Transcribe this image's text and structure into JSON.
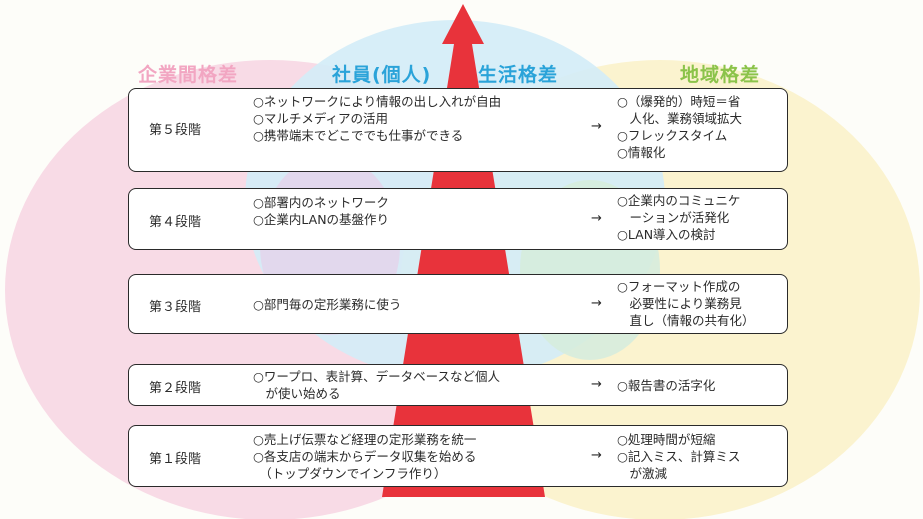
{
  "headers": {
    "kigyo": "企業間格差",
    "shain": "社員(個人)",
    "seikatsu": "生活格差",
    "chiiki": "地域格差"
  },
  "stages": [
    {
      "label": "第５段階",
      "left": [
        "○ネットワークにより情報の出し入れが自由",
        "○マルチメディアの活用",
        "○携帯端末でどこででも仕事ができる"
      ],
      "arrow": "→",
      "right": [
        "○（爆発的）時短＝省",
        "　人化、業務領域拡大",
        "○フレックスタイム",
        "○情報化"
      ]
    },
    {
      "label": "第４段階",
      "left": [
        "○部署内のネットワーク",
        "○企業内LANの基盤作り"
      ],
      "arrow": "→",
      "right": [
        "○企業内のコミュニケ",
        "　ーションが活発化",
        "○LAN導入の検討"
      ]
    },
    {
      "label": "第３段階",
      "left": [
        "○部門毎の定形業務に使う"
      ],
      "arrow": "→",
      "right": [
        "○フォーマット作成の",
        "　必要性により業務見",
        "　直し（情報の共有化）"
      ]
    },
    {
      "label": "第２段階",
      "left": [
        "○ワープロ、表計算、データベースなど個人",
        "　が使い始める"
      ],
      "arrow": "→",
      "right": [
        "○報告書の活字化"
      ]
    },
    {
      "label": "第１段階",
      "left": [
        "○売上げ伝票など経理の定形業務を統一",
        "○各支店の端末からデータ収集を始める",
        "　（トップダウンでインフラ作り）"
      ],
      "arrow": "→",
      "right": [
        "○処理時間が短縮",
        "○記入ミス、計算ミス",
        "　が激減"
      ]
    }
  ],
  "colors": {
    "pink_circle": "#f8dbe6",
    "blue_circle": "#d3ecf7",
    "yellow_circle": "#fbf3cf",
    "purple_overlap": "#e3d6ec",
    "teal_overlap": "#d6ecdd",
    "arrow_red": "#e8333b"
  }
}
